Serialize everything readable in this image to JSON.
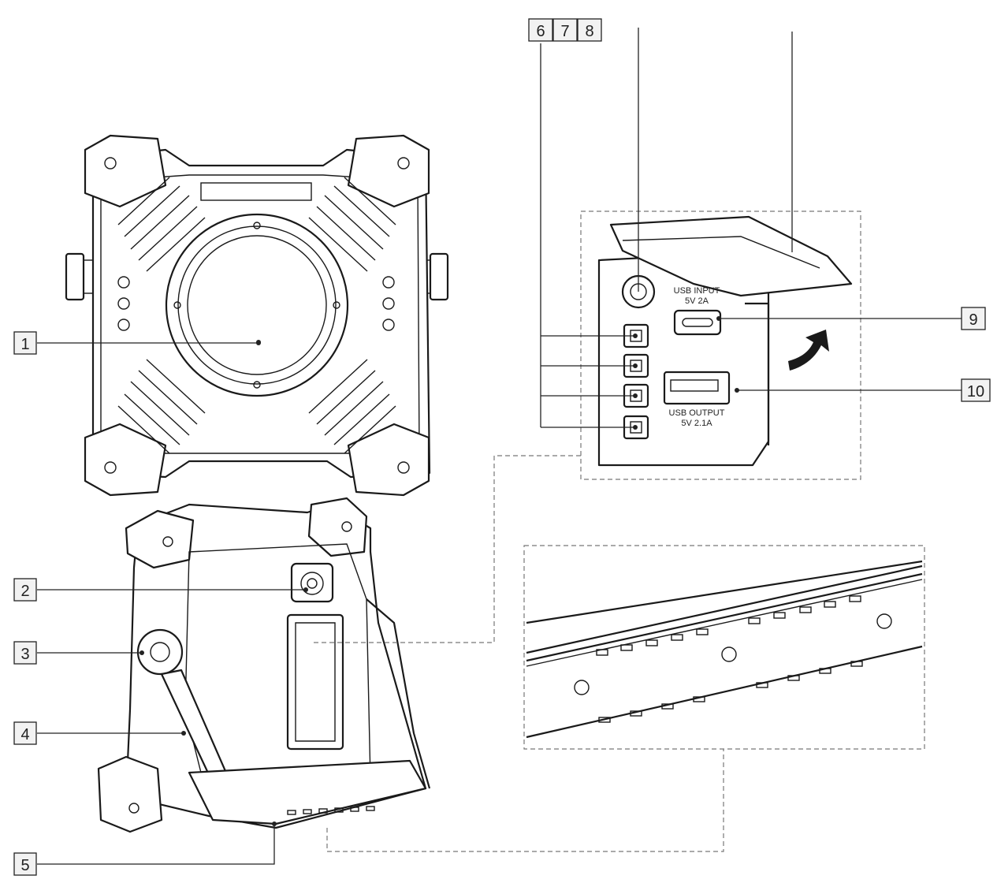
{
  "callouts": {
    "c1": "1",
    "c2": "2",
    "c3": "3",
    "c4": "4",
    "c5": "5",
    "c6": "6",
    "c7": "7",
    "c8": "8",
    "c9": "9",
    "c10": "10"
  },
  "panel": {
    "usb_input_line1": "USB INPUT",
    "usb_input_line2": "5V 2A",
    "usb_output_line1": "USB OUTPUT",
    "usb_output_line2": "5V 2.1A"
  }
}
